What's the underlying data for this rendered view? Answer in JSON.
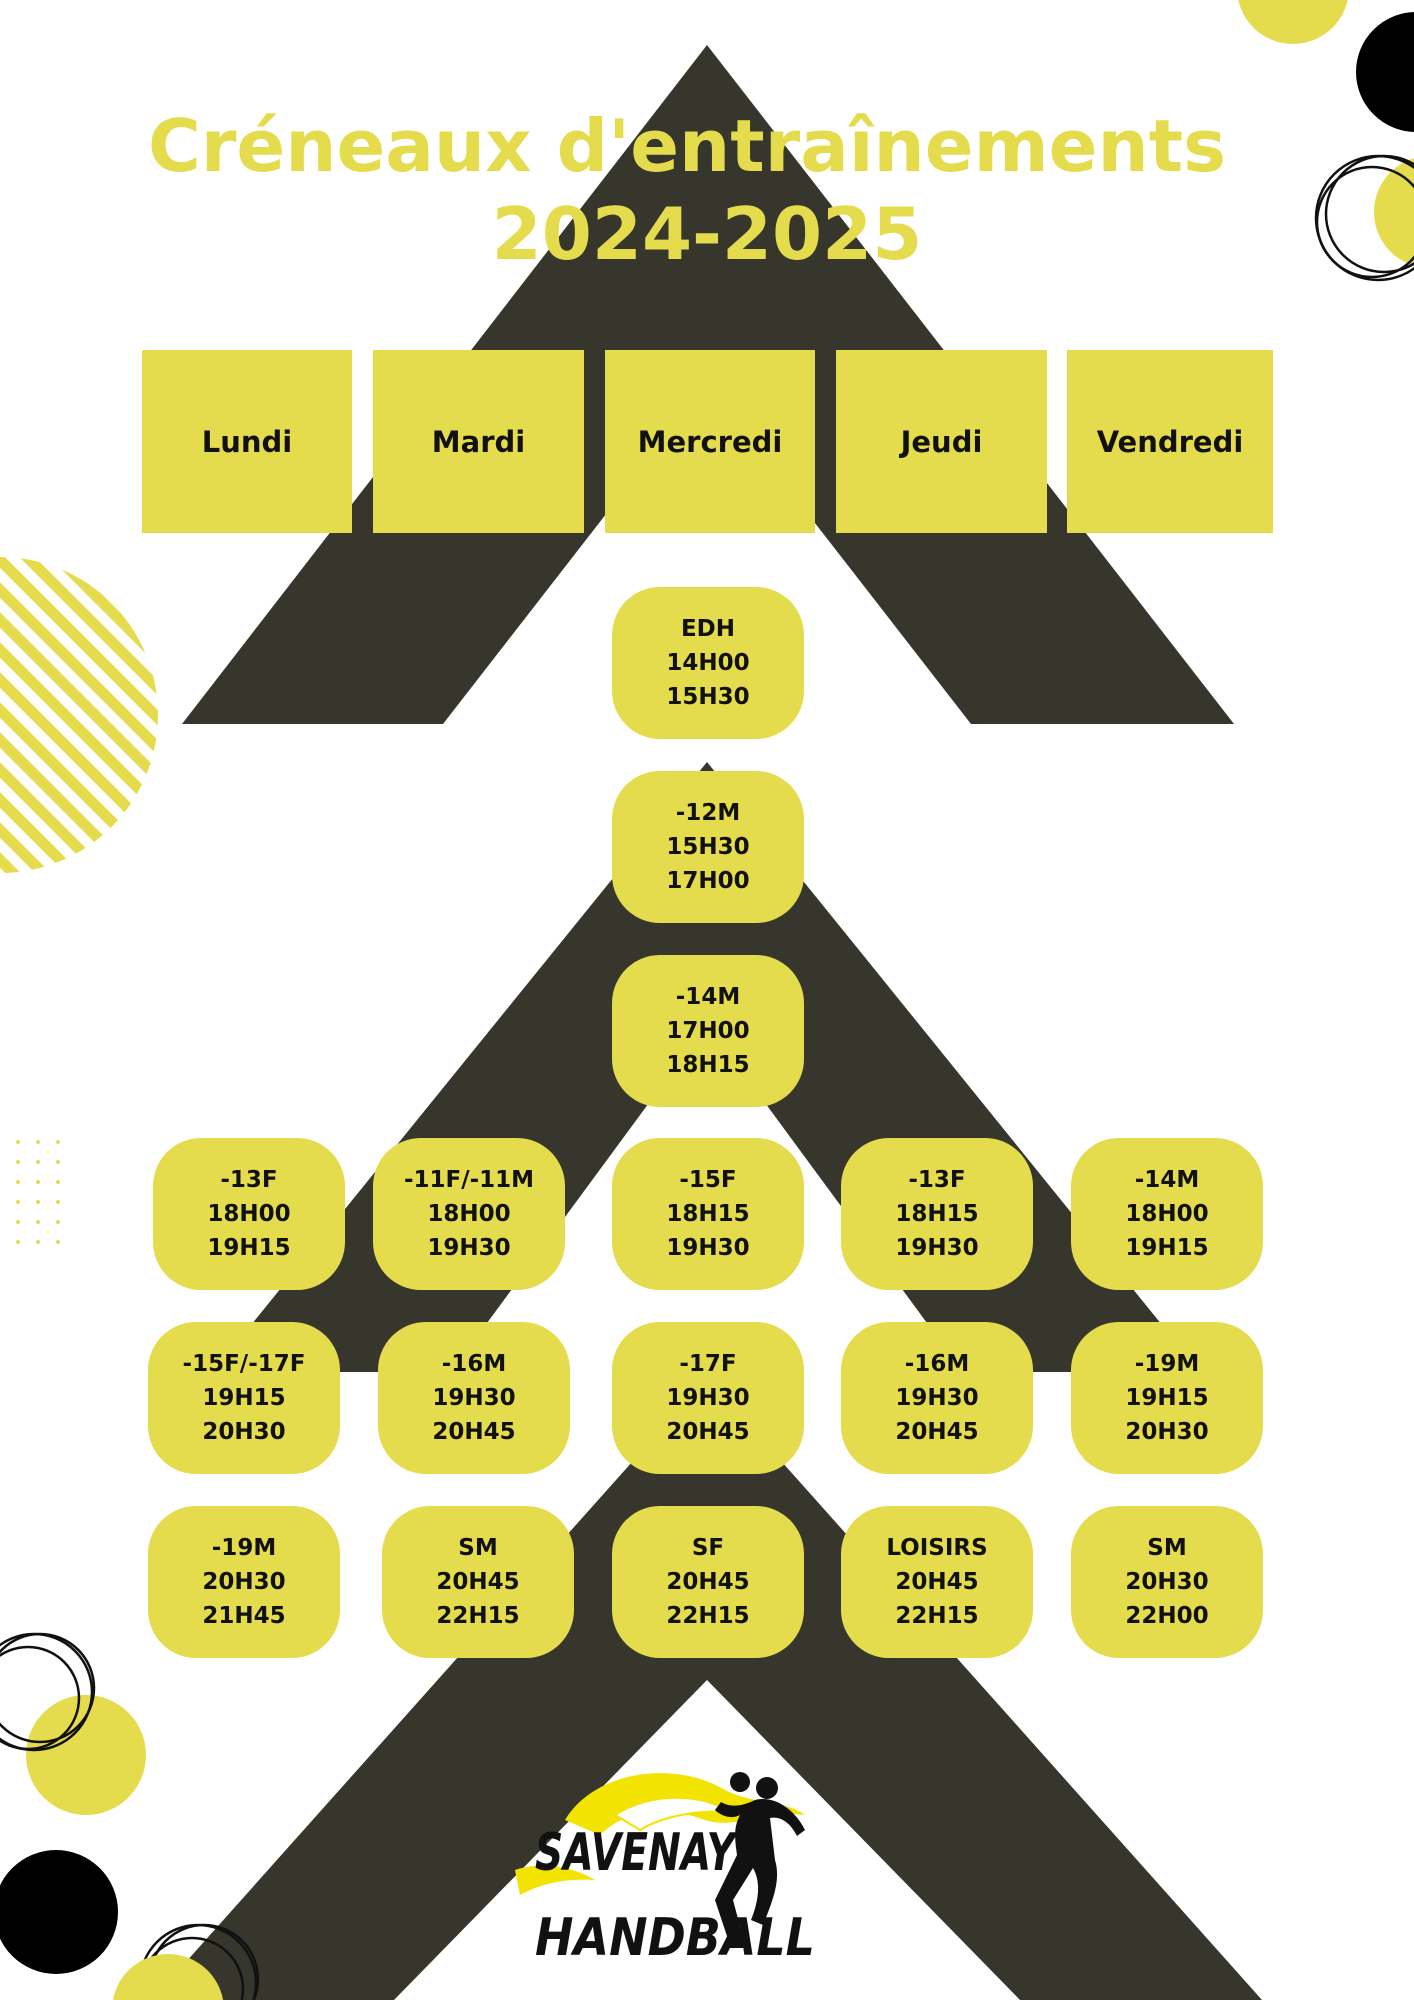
{
  "header": {
    "title_line1": "Créneaux d'entraînements",
    "title_line2": "2024-2025"
  },
  "days": [
    "Lundi",
    "Mardi",
    "Mercredi",
    "Jeudi",
    "Vendredi"
  ],
  "slots": {
    "r0_mercredi": [
      "EDH",
      "14H00",
      "15H30"
    ],
    "r1_mercredi": [
      "-12M",
      "15H30",
      "17H00"
    ],
    "r2_mercredi": [
      "-14M",
      "17H00",
      "18H15"
    ],
    "r3_lundi": [
      "-13F",
      "18H00",
      "19H15"
    ],
    "r3_mardi": [
      "-11F/-11M",
      "18H00",
      "19H30"
    ],
    "r3_mercredi": [
      "-15F",
      "18H15",
      "19H30"
    ],
    "r3_jeudi": [
      "-13F",
      "18H15",
      "19H30"
    ],
    "r3_vendredi": [
      "-14M",
      "18H00",
      "19H15"
    ],
    "r4_lundi": [
      "-15F/-17F",
      "19H15",
      "20H30"
    ],
    "r4_mardi": [
      "-16M",
      "19H30",
      "20H45"
    ],
    "r4_mercredi": [
      "-17F",
      "19H30",
      "20H45"
    ],
    "r4_jeudi": [
      "-16M",
      "19H30",
      "20H45"
    ],
    "r4_vendredi": [
      "-19M",
      "19H15",
      "20H30"
    ],
    "r5_lundi": [
      "-19M",
      "20H30",
      "21H45"
    ],
    "r5_mardi": [
      "SM",
      "20H45",
      "22H15"
    ],
    "r5_mercredi": [
      "SF",
      "20H45",
      "22H15"
    ],
    "r5_jeudi": [
      "LOISIRS",
      "20H45",
      "22H15"
    ],
    "r5_vendredi": [
      "SM",
      "20H30",
      "22H00"
    ]
  },
  "logo": {
    "text_line1": "SAVENAY",
    "text_line2": "HANDBALL"
  },
  "colors": {
    "accent_yellow": "#e4dc4c",
    "dark_chevron": "#36362d",
    "text_dark": "#111111"
  }
}
